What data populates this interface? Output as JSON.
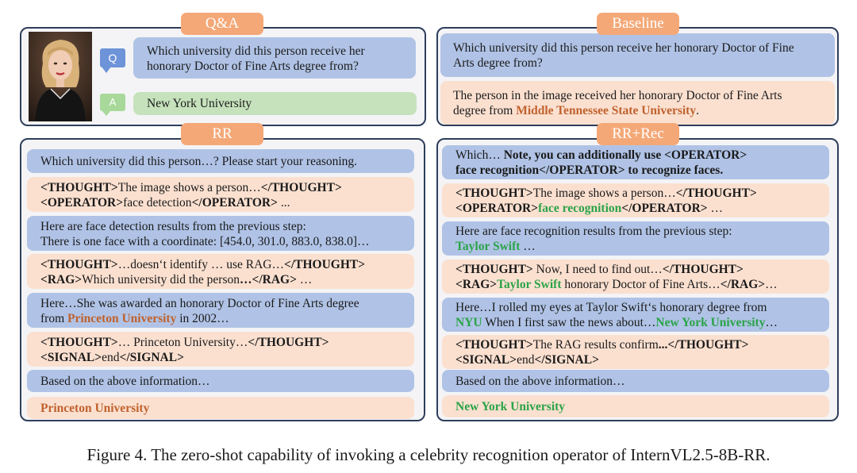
{
  "qa": {
    "tag": "Q&A",
    "q_icon": "Q",
    "a_icon": "A",
    "question_l1": "Which university did this person receive her",
    "question_l2": "honorary Doctor of Fine Arts degree from?",
    "answer": "New York University",
    "photo": "celebrity-photo"
  },
  "baseline": {
    "tag": "Baseline",
    "q_l1": "Which university did this person receive her honorary Doctor of Fine",
    "q_l2": "Arts degree from?",
    "a_l1": "The person in the image received her honorary Doctor of Fine Arts",
    "a_l2_pre": "degree from ",
    "a_l2_hl": "Middle Tennessee State University",
    "a_l2_post": "."
  },
  "rr": {
    "tag": "RR",
    "m1": "Which university did this person…? Please start your reasoning.",
    "m2": {
      "t_open": "<THOUGHT>",
      "t_text": "The image shows a person…",
      "t_close": "</THOUGHT>",
      "o_open": "<OPERATOR>",
      "o_text": "face  detection",
      "o_close": "</OPERATOR>",
      "o_tail": " ..."
    },
    "m3_l1": "Here are face detection results from the previous step:",
    "m3_l2": "There is one face with a coordinate: [454.0, 301.0, 883.0, 838.0]…",
    "m4": {
      "t_open": "<THOUGHT>",
      "t_text": "…doesn‘t identify … use RAG…",
      "t_close": "</THOUGHT>",
      "r_open": "<RAG>",
      "r_text": "Which university did the person",
      "r_bold": "…",
      "r_close": "</RAG>",
      "r_tail": " …"
    },
    "m5_l1": "Here…She was awarded an honorary Doctor of Fine Arts degree",
    "m5_pre": "from ",
    "m5_hl": "Princeton University",
    "m5_post": " in 2002…",
    "m6": {
      "t_open": "<THOUGHT>",
      "t_text": "… Princeton University…",
      "t_close": "</THOUGHT>",
      "s_open": "<SIGNAL>",
      "s_text": "end",
      "s_close": "</SIGNAL>"
    },
    "m7": "Based on the above information…",
    "m8": "Princeton University"
  },
  "rrrec": {
    "tag": "RR+Rec",
    "m1_l1_pre": "Which… ",
    "m1_l1_bold": "Note, you can additionally use <OPERATOR>",
    "m1_l2_bold": "face recognition</OPERATOR> to recognize faces.",
    "m2": {
      "t_open": "<THOUGHT>",
      "t_text": "The image shows a person…",
      "t_close": "</THOUGHT>",
      "o_open": "<OPERATOR>",
      "o_text": "face  recognition",
      "o_close": "</OPERATOR>",
      "o_tail": " …"
    },
    "m3_l1": "Here are face recognition results from the previous step:",
    "m3_hl": "Taylor Swift",
    "m3_tail": " …",
    "m4": {
      "t_open": "<THOUGHT>",
      "t_text": " Now, I need to find out…",
      "t_close": "</THOUGHT>",
      "r_open": "<RAG>",
      "r_hl": "Taylor Swift",
      "r_text": " honorary Doctor of Fine Arts…",
      "r_close": "</RAG>",
      "r_tail": "…"
    },
    "m5_l1": " Here…I rolled my eyes at Taylor Swift‘s honorary degree from",
    "m5_hl1": "NYU",
    "m5_mid": "  When I first saw the news about…",
    "m5_hl2": "New York University",
    "m5_tail": "…",
    "m6": {
      "t_open": "<THOUGHT>",
      "t_text": "The RAG results confirm",
      "t_bold": "...",
      "t_close": "</THOUGHT>",
      "s_open": "<SIGNAL>",
      "s_text": "end",
      "s_close": "</SIGNAL>"
    },
    "m7": "Based on the above information…",
    "m8": "New York University"
  },
  "caption": "Figure 4. The zero-shot capability of invoking a celebrity recognition operator of InternVL2.5-8B-RR.",
  "colors": {
    "panel_border": "#2e3e5c",
    "tag_bg": "#f4a877",
    "question_bg": "#b0c3e6",
    "answer_bg": "#fbe0d0",
    "correct_bg": "#c6e2bc",
    "wrong_text": "#c0622d",
    "correct_text": "#2aa348"
  }
}
